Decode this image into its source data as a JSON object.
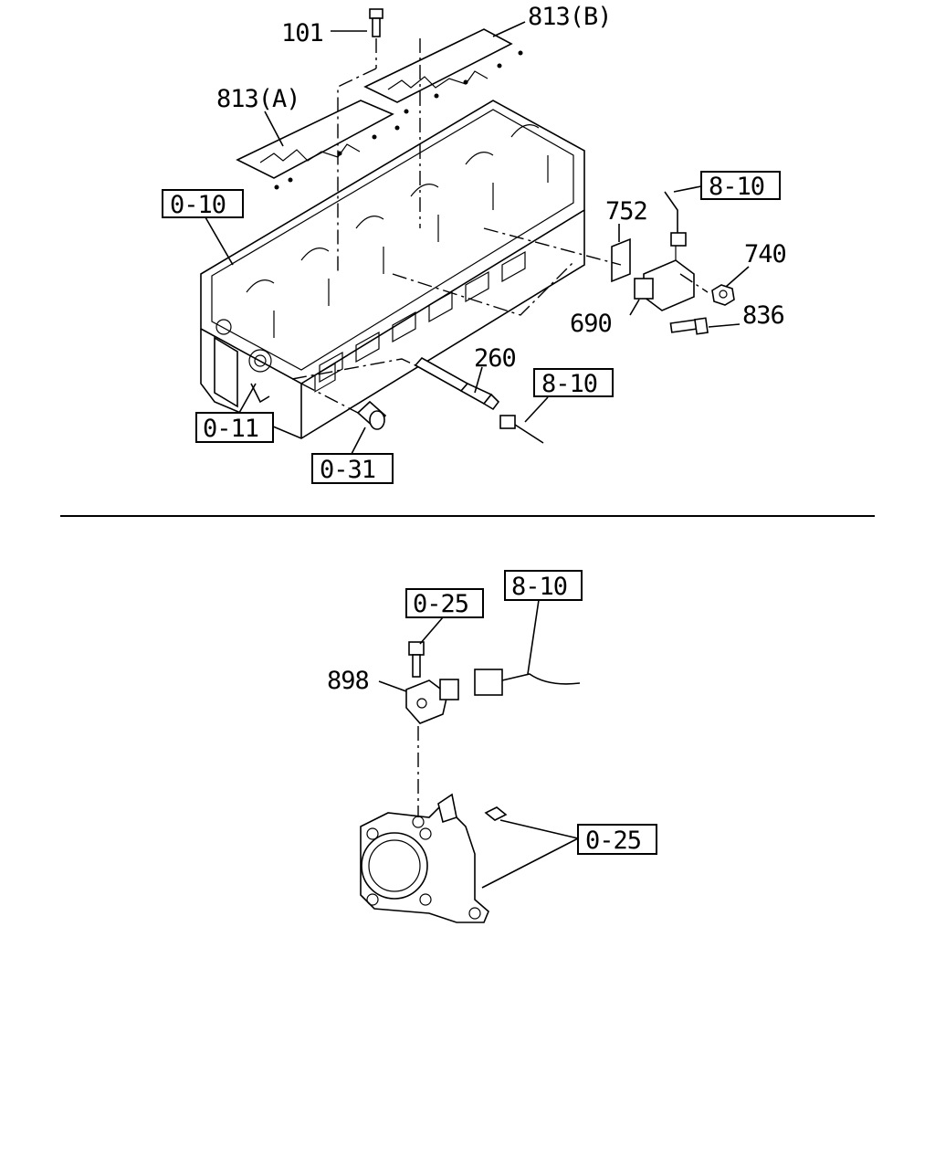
{
  "callouts": {
    "part_101": "101",
    "part_813b": "813(B)",
    "part_813a": "813(A)",
    "ref_0_10": "0-10",
    "ref_8_10_top": "8-10",
    "part_752": "752",
    "part_740": "740",
    "part_690": "690",
    "part_836": "836",
    "part_260": "260",
    "ref_8_10_mid": "8-10",
    "ref_0_11": "0-11",
    "ref_0_31": "0-31",
    "ref_0_25_top": "0-25",
    "ref_8_10_bottom": "8-10",
    "part_898": "898",
    "ref_0_25_right": "0-25"
  }
}
